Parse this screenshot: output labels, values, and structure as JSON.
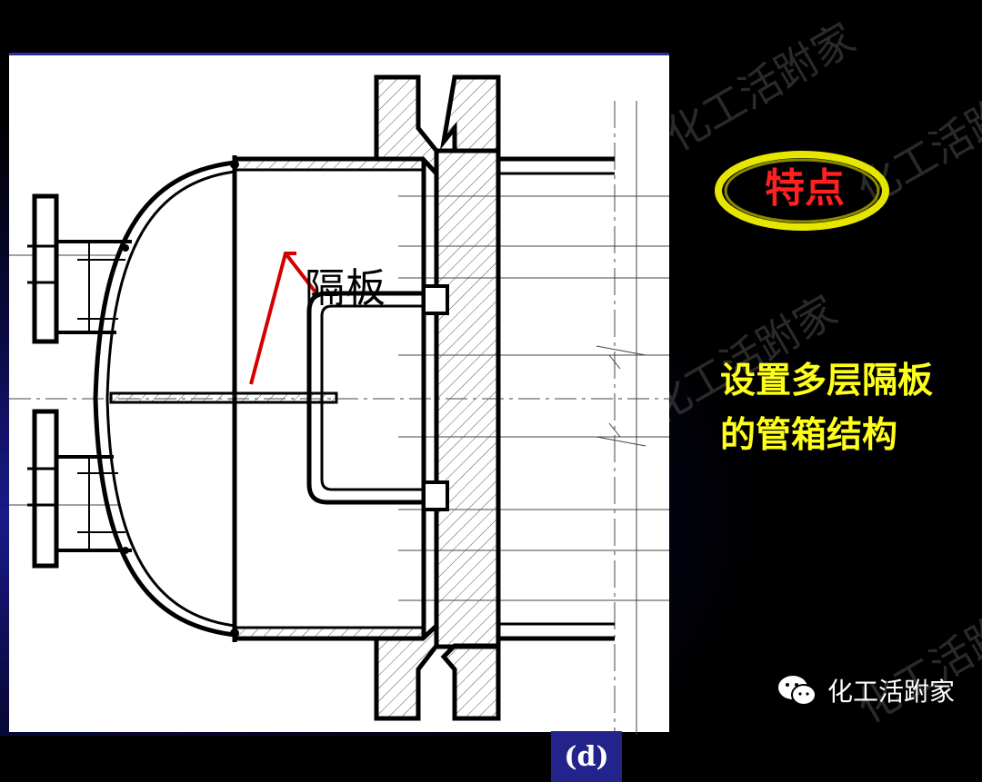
{
  "diagram": {
    "callout_label": "隔板",
    "figure_label": "(d)"
  },
  "badge": {
    "text": "特点"
  },
  "description": [
    "设置多层隔板",
    "的管箱结构"
  ],
  "footer": {
    "account_name": "化工活跗家",
    "icon": "wechat-icon"
  },
  "watermark": {
    "text": "化工活跗家"
  },
  "colors": {
    "background": "#000000",
    "badge_ring": "#e6e600",
    "badge_text": "#ff2020",
    "description_text": "#ffff1a",
    "figure_label_bg": "#23238c",
    "callout_line": "#d40000"
  }
}
